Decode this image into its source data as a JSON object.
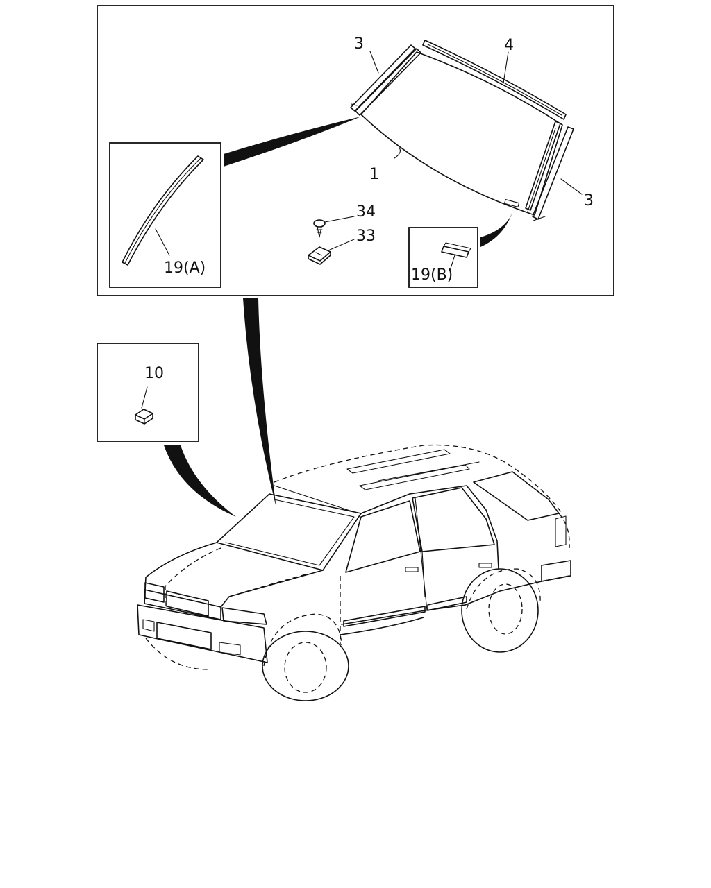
{
  "labels": {
    "windshield_glass": "1",
    "side_molding_left": "3",
    "side_molding_right": "3",
    "upper_molding": "4",
    "screw": "34",
    "clip": "33",
    "molding_a": "19(A)",
    "molding_b": "19(B)",
    "stopper": "10"
  }
}
